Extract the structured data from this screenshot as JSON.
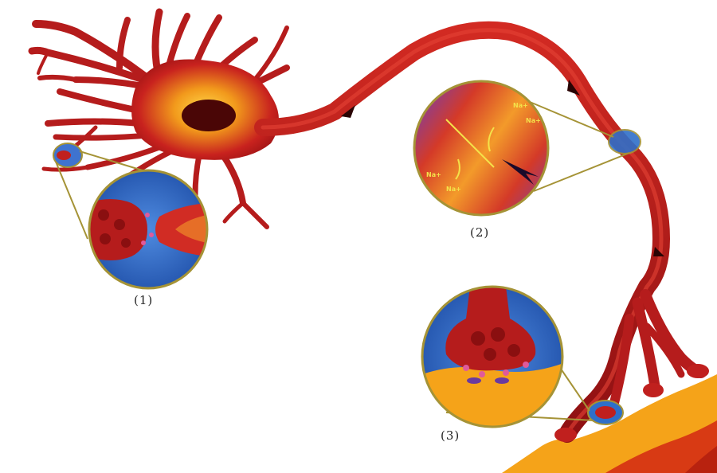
{
  "labels": {
    "inset_1": "(1)",
    "inset_2": "(2)",
    "inset_3": "(3)"
  },
  "ion_labels": [
    "Na+",
    "Na+",
    "Na+",
    "Na+"
  ],
  "colors": {
    "neuron_dark": "#a4161a",
    "neuron_mid": "#c8221e",
    "soma_glow": "#f29a1c",
    "nucleus": "#4a0606",
    "background_fluid": "#2f6fc9",
    "tissue_orange": "#f5a319",
    "tissue_red": "#d83a14",
    "outline_gold": "#a59336"
  }
}
